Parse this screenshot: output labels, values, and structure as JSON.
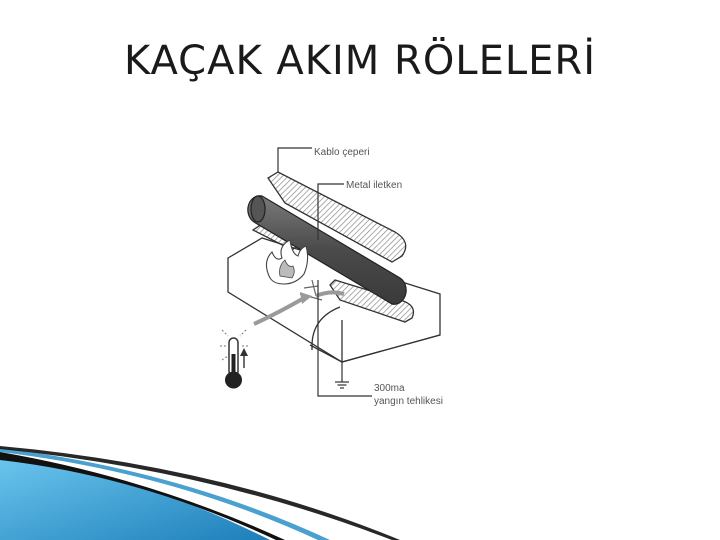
{
  "slide": {
    "title": "KAÇAK AKIM RÖLELERİ"
  },
  "diagram": {
    "labels": {
      "cable_sheath": "Kablo çeperi",
      "metal_conductor": "Metal iletken",
      "fire_risk_line1": "300ma",
      "fire_risk_line2": "yangın tehlikesi"
    }
  },
  "icons": [
    "thermometer-icon",
    "ground-symbol-icon",
    "fire-icon"
  ],
  "colors": {
    "conductor": "#5a5a5a",
    "outline": "#333333",
    "arrow": "#9a9a9a",
    "accent_blue": "#2a8fc7",
    "accent_dark": "#111111"
  }
}
